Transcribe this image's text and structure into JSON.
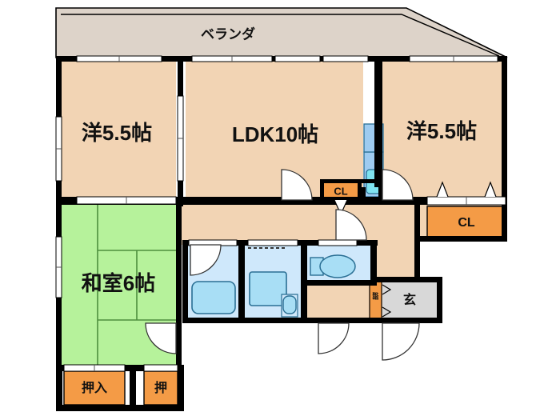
{
  "plan": {
    "type": "japanese-apartment-floor-plan",
    "colors": {
      "wall": "#000000",
      "room_fill": "#f2d4b4",
      "veranda_fill": "#ddd3c9",
      "tatami_fill": "#b6f29b",
      "tatami_line": "#4e8f3e",
      "closet_fill": "#f49b46",
      "water_fill": "#cfe8fb",
      "fixture_fill": "#a8def5",
      "fixture_stroke": "#2a6f94",
      "kitchen_fill": "#9ecbf0",
      "genkan_fill": "#d8d8d8",
      "door_arc": "#333333",
      "outline": "#000000"
    },
    "rooms": [
      {
        "id": "veranda",
        "label": "ベランダ",
        "kind": "balcony"
      },
      {
        "id": "youshitsu_left",
        "label": "洋5.5帖",
        "kind": "western-room"
      },
      {
        "id": "ldk",
        "label": "LDK10帖",
        "kind": "living-dining-kitchen"
      },
      {
        "id": "youshitsu_right",
        "label": "洋5.5帖",
        "kind": "western-room"
      },
      {
        "id": "washitsu",
        "label": "和室6帖",
        "kind": "japanese-room"
      },
      {
        "id": "genkan",
        "label": "玄",
        "kind": "entrance"
      }
    ],
    "storage": [
      {
        "id": "cl_ldk",
        "label": "CL",
        "kind": "closet"
      },
      {
        "id": "cl_right",
        "label": "CL",
        "kind": "closet"
      },
      {
        "id": "oshiire",
        "label": "押入",
        "kind": "japanese-closet"
      },
      {
        "id": "oshi",
        "label": "押",
        "kind": "japanese-closet"
      },
      {
        "id": "kutsubako",
        "label": "靴箱",
        "kind": "shoe-cabinet"
      }
    ],
    "fixtures": [
      {
        "id": "bathtub",
        "name": "bathtub"
      },
      {
        "id": "washing-pan",
        "name": "washing-machine-pan"
      },
      {
        "id": "wash-basin",
        "name": "wash-basin"
      },
      {
        "id": "toilet",
        "name": "toilet"
      },
      {
        "id": "kitchen-counter",
        "name": "kitchen-counter"
      },
      {
        "id": "kitchen-sink",
        "name": "kitchen-sink"
      }
    ]
  }
}
